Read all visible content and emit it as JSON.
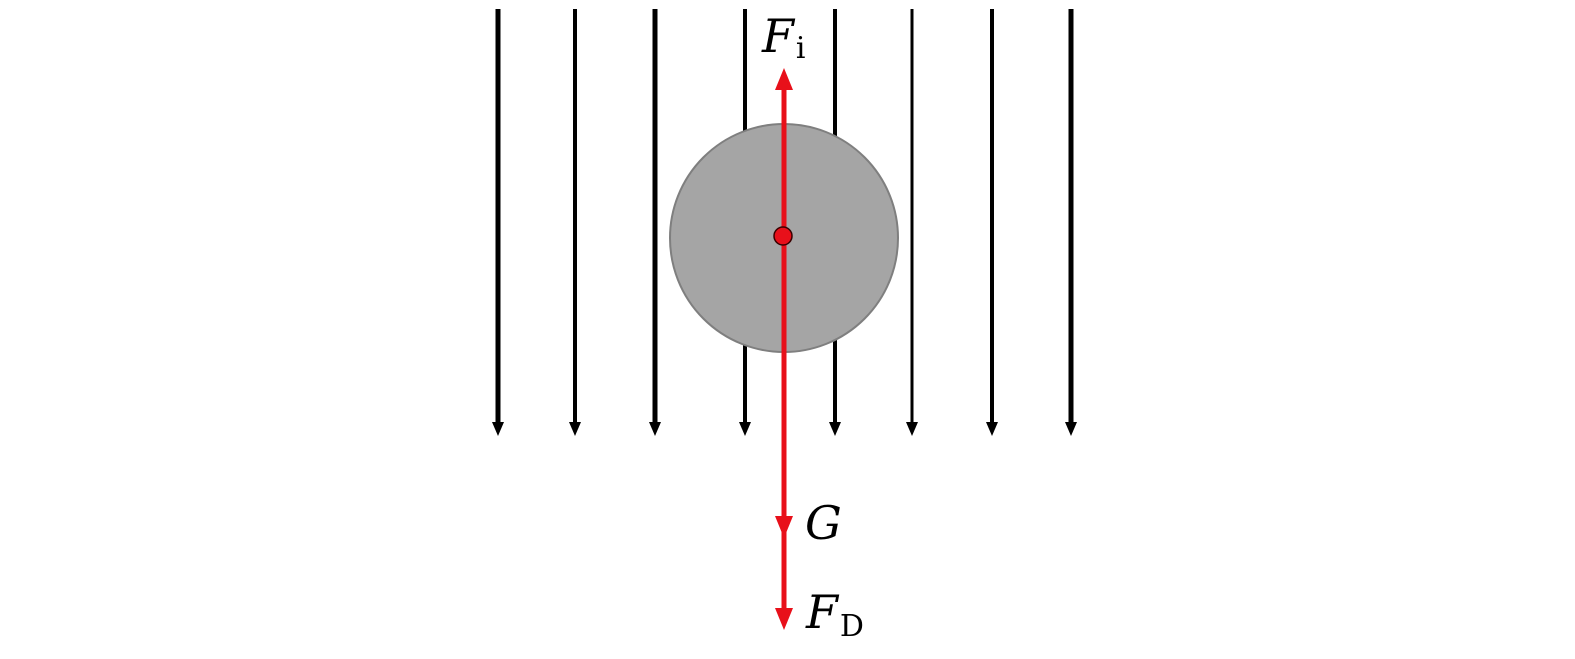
{
  "colors": {
    "background": "#ffffff",
    "flow_lines": "#000000",
    "force_vectors": "#e8101a",
    "particle_fill": "#a5a5a5",
    "particle_edge": "#7f7f7f",
    "center_point": "#e8101a"
  },
  "labels": {
    "buoyancy": {
      "symbol": "F",
      "subscript": "i"
    },
    "gravity": {
      "symbol": "G"
    },
    "drag": {
      "symbol": "F",
      "subscript": "D"
    }
  },
  "icons": {
    "flow_lines": "down-arrow-icon",
    "buoyancy": "up-arrow-icon",
    "gravity": "down-arrow-icon",
    "drag": "down-arrow-icon"
  }
}
